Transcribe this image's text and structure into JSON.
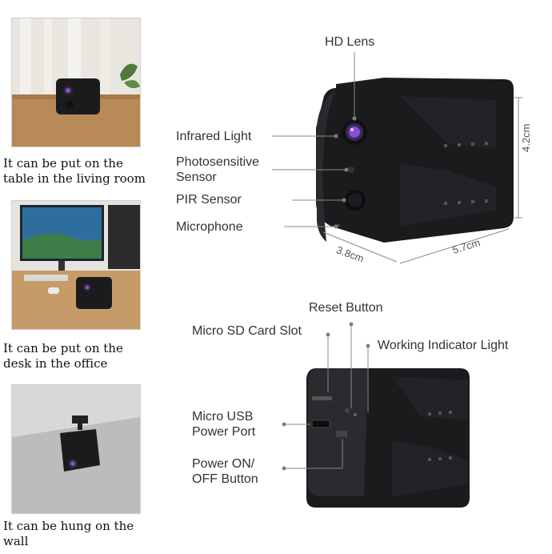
{
  "captions": [
    "It can be put on the\ntable in the living room",
    "It can be put on the\ndesk in the office",
    "It can be hung on the\nwall"
  ],
  "front_labels": {
    "hd_lens": "HD Lens",
    "infrared_light": "Infrared Light",
    "photosensitive_sensor": "Photosensitive\nSensor",
    "pir_sensor": "PIR Sensor",
    "microphone": "Microphone"
  },
  "dimensions": {
    "height": "4.2cm",
    "depth": "3.8cm",
    "width": "5.7cm"
  },
  "back_labels": {
    "reset_button": "Reset Button",
    "micro_sd_card_slot": "Micro SD Card Slot",
    "working_indicator_light": "Working Indicator Light",
    "micro_usb_power_port": "Micro USB\nPower Port",
    "power_button": "Power ON/\nOFF Button"
  },
  "colors": {
    "camera_body": "#1b1b1d",
    "lens_accent": "#8a4bd6",
    "leader_line": "#888888"
  }
}
